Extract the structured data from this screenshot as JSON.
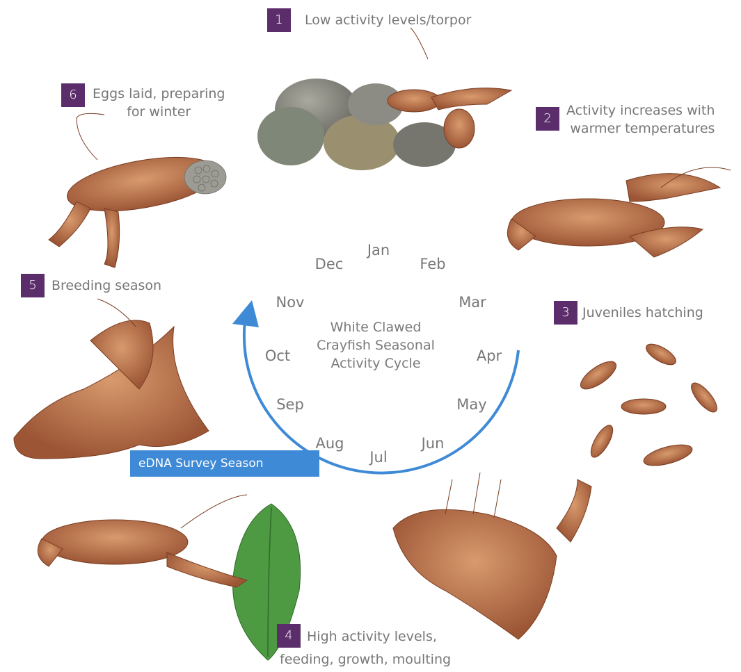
{
  "center": {
    "line1": "White Clawed",
    "line2": "Crayfish Seasonal",
    "line3": "Activity Cycle"
  },
  "months": [
    "Jan",
    "Feb",
    "Mar",
    "Apr",
    "May",
    "Jun",
    "Jul",
    "Aug",
    "Sep",
    "Oct",
    "Nov",
    "Dec"
  ],
  "survey_label": "eDNA Survey Season",
  "stages": [
    {
      "number": "1",
      "text": [
        "Low activity levels/torpor"
      ]
    },
    {
      "number": "2",
      "text": [
        "Activity increases with",
        "warmer temperatures"
      ]
    },
    {
      "number": "3",
      "text": [
        "Juveniles hatching"
      ]
    },
    {
      "number": "4",
      "text": [
        "High activity levels,",
        "feeding, growth, moulting"
      ]
    },
    {
      "number": "5",
      "text": [
        "Breeding season"
      ]
    },
    {
      "number": "6",
      "text": [
        "Eggs laid, preparing",
        "for winter"
      ]
    }
  ],
  "colors": {
    "badge": "#5b2e6b",
    "cycle_arrow": "#3f8ad6",
    "survey_band": "#3f8ad6",
    "crayfish": "#b86e45",
    "rock": "#8e8e86",
    "leaf": "#4e9a42"
  },
  "icons": [
    "crayfish-illustration",
    "rock-illustration",
    "leaf-illustration",
    "cycle-arrow"
  ]
}
